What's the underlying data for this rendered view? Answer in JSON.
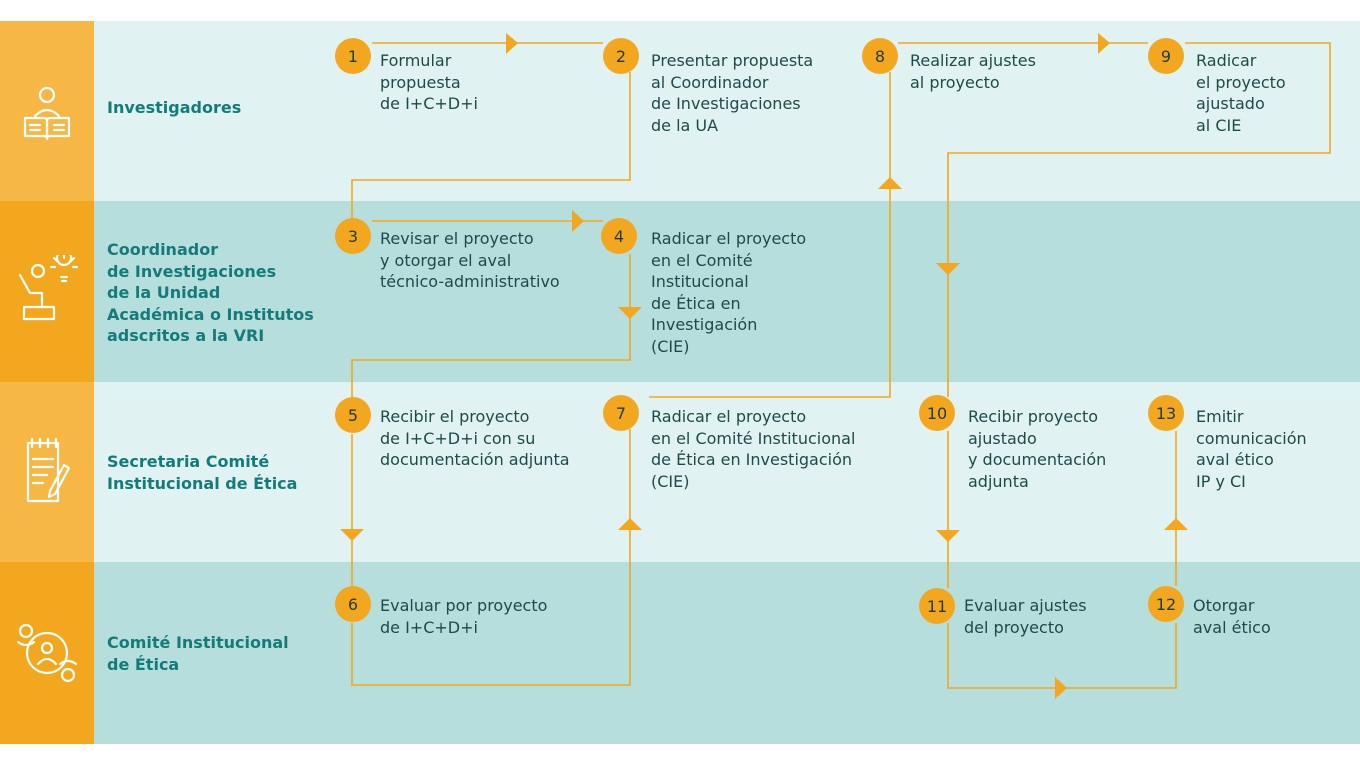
{
  "lanes": [
    {
      "label": "Investigadores",
      "icon": "reader-icon"
    },
    {
      "label": "Coordinador\nde Investigaciones\nde la Unidad\nAcadémica o Institutos\nadscritos a la VRI",
      "icon": "coordinator-idea-icon"
    },
    {
      "label": "Secretaria Comité\nInstitucional de Ética",
      "icon": "document-pen-icon"
    },
    {
      "label": "Comité Institucional\nde Ética",
      "icon": "committee-people-icon"
    }
  ],
  "steps": [
    {
      "num": "1",
      "text": "Formular\npropuesta\nde I+C+D+i"
    },
    {
      "num": "2",
      "text": "Presentar propuesta\nal Coordinador\nde Investigaciones\nde la UA"
    },
    {
      "num": "3",
      "text": "Revisar el proyecto\ny otorgar el aval\ntécnico-administrativo"
    },
    {
      "num": "4",
      "text": "Radicar el proyecto\nen el Comité\nInstitucional\nde Ética en\nInvestigación\n(CIE)"
    },
    {
      "num": "5",
      "text": "Recibir el proyecto\nde I+C+D+i con su\ndocumentación adjunta"
    },
    {
      "num": "6",
      "text": "Evaluar por proyecto\nde I+C+D+i"
    },
    {
      "num": "7",
      "text": "Radicar el proyecto\nen el Comité Institucional\nde Ética en Investigación\n(CIE)"
    },
    {
      "num": "8",
      "text": "Realizar ajustes\nal proyecto"
    },
    {
      "num": "9",
      "text": "Radicar\nel proyecto\najustado\nal CIE"
    },
    {
      "num": "10",
      "text": "Recibir proyecto\najustado\ny documentación\nadjunta"
    },
    {
      "num": "11",
      "text": "Evaluar ajustes\ndel proyecto"
    },
    {
      "num": "12",
      "text": "Otorgar\naval ético"
    },
    {
      "num": "13",
      "text": "Emitir\ncomunicación\naval ético\nIP y CI"
    }
  ],
  "colors": {
    "accent": "#f2a71e",
    "label_teal": "#137c7a",
    "lane_light": "#e0f2f1",
    "lane_dark": "#b6dedd"
  }
}
